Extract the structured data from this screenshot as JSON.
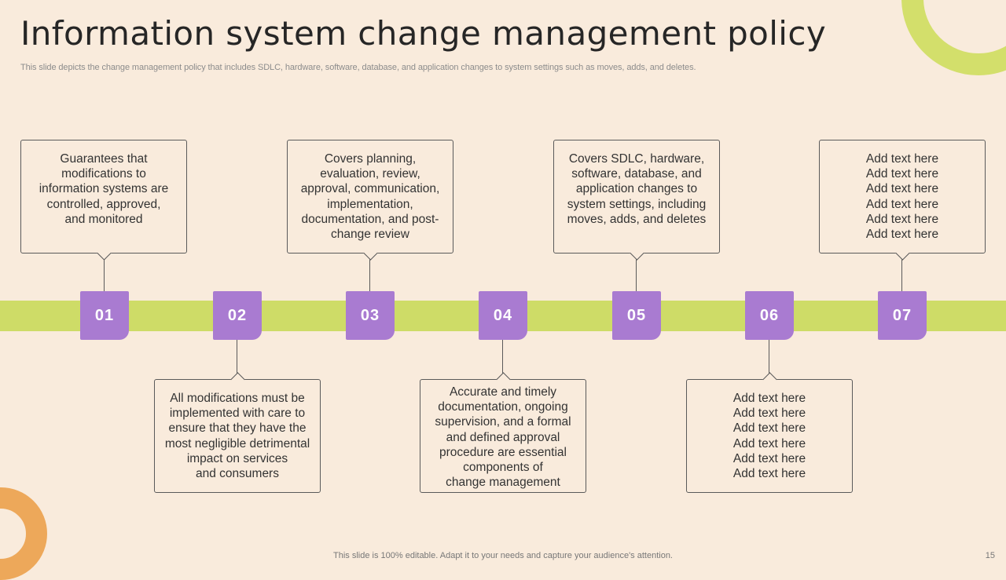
{
  "title": "Information system change management policy",
  "subtitle": "This slide depicts the change management policy that includes SDLC, hardware, software, database, and application changes to system settings such as moves, adds, and deletes.",
  "steps": [
    {
      "number": "01",
      "text": "Guarantees that\nmodifications to\ninformation systems are\ncontrolled, approved,\nand monitored"
    },
    {
      "number": "02",
      "text": "All modifications must be\nimplemented with care to\nensure that they have the\nmost negligible detrimental\nimpact on services\nand consumers"
    },
    {
      "number": "03",
      "text": "Covers planning,\nevaluation, review,\napproval, communication,\nimplementation,\ndocumentation, and post-\nchange review"
    },
    {
      "number": "04",
      "text": "Accurate and timely\ndocumentation, ongoing\nsupervision, and a formal\nand defined approval\nprocedure are essential\ncomponents of\nchange management"
    },
    {
      "number": "05",
      "text": "Covers SDLC, hardware,\nsoftware, database, and\napplication changes to\nsystem settings, including\nmoves, adds, and deletes"
    },
    {
      "number": "06",
      "text": "Add text here\nAdd text here\nAdd text here\nAdd text here\nAdd text here\nAdd text here"
    },
    {
      "number": "07",
      "text": "Add text here\nAdd text here\nAdd text here\nAdd text here\nAdd text here\nAdd text here"
    }
  ],
  "footer": "This slide is 100% editable. Adapt it to your needs and capture your audience's attention.",
  "page_number": "15",
  "colors": {
    "background": "#f9ebdc",
    "band": "#cedc67",
    "marker": "#a97bd1",
    "ring_green": "#d3df6b",
    "ring_orange": "#eda85a"
  }
}
